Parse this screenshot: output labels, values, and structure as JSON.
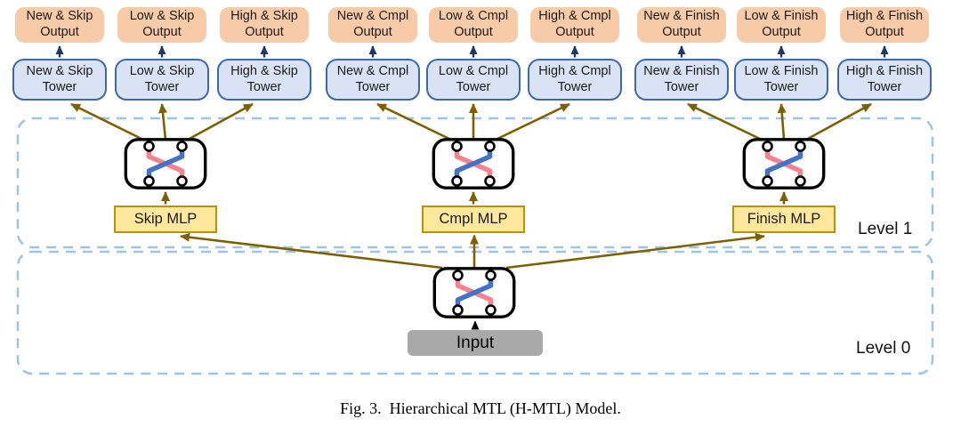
{
  "figure_title": "Hierarchical MTL (H-MTL) Model",
  "caption": "Fig. 3.  Hierarchical MTL (H-MTL) Model.",
  "outputs": [
    "New & Skip Output",
    "Low & Skip Output",
    "High & Skip Output",
    "New & Cmpl Output",
    "Low & Cmpl Output",
    "High & Cmpl Output",
    "New & Finish Output",
    "Low & Finish Output",
    "High & Finish Output"
  ],
  "towers": [
    "New & Skip Tower",
    "Low & Skip Tower",
    "High & Skip Tower",
    "New & Cmpl Tower",
    "Low & Cmpl Tower",
    "High & Cmpl Tower",
    "New & Finish Tower",
    "Low & Finish Tower",
    "High & Finish Tower"
  ],
  "mlps": [
    "Skip MLP",
    "Cmpl MLP",
    "Finish MLP"
  ],
  "input_label": "Input",
  "level_labels": {
    "level1": "Level 1",
    "level0": "Level 0"
  },
  "colors": {
    "output_fill": "#F8CBA8",
    "tower_fill": "#DAE3F5",
    "tower_border": "#3C68B0",
    "mlp_fill": "#FFE79B",
    "mlp_border": "#BF9000",
    "input_fill": "#A9A9A9",
    "arrow_olive": "#7F6000",
    "arrow_navy": "#1F3864",
    "dashed_border": "#9DC3E6",
    "cross_pink": "#F5828C",
    "cross_blue": "#4472C4"
  }
}
